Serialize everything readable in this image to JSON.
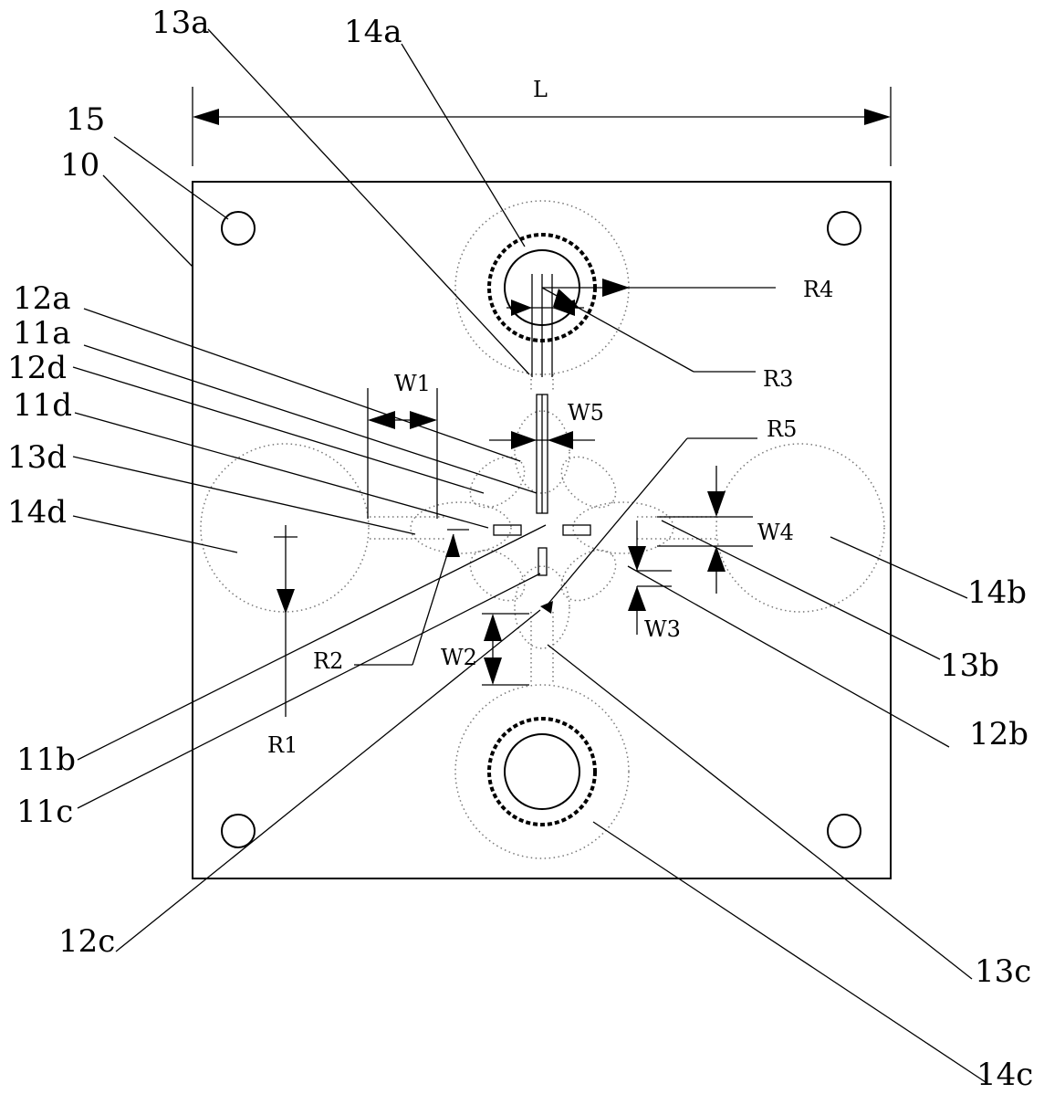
{
  "labels": {
    "ref_10": "10",
    "ref_15": "15",
    "ref_13a": "13a",
    "ref_14a": "14a",
    "ref_12a": "12a",
    "ref_11a": "11a",
    "ref_12d": "12d",
    "ref_11d": "11d",
    "ref_13d": "13d",
    "ref_14d": "14d",
    "ref_14b": "14b",
    "ref_13b": "13b",
    "ref_12b": "12b",
    "ref_11b": "11b",
    "ref_11c": "11c",
    "ref_12c": "12c",
    "ref_13c": "13c",
    "ref_14c": "14c"
  },
  "dimensions": {
    "L": "L",
    "R1": "R1",
    "R2": "R2",
    "R3": "R3",
    "R4": "R4",
    "R5": "R5",
    "W1": "W1",
    "W2": "W2",
    "W3": "W3",
    "W4": "W4",
    "W5": "W5"
  }
}
